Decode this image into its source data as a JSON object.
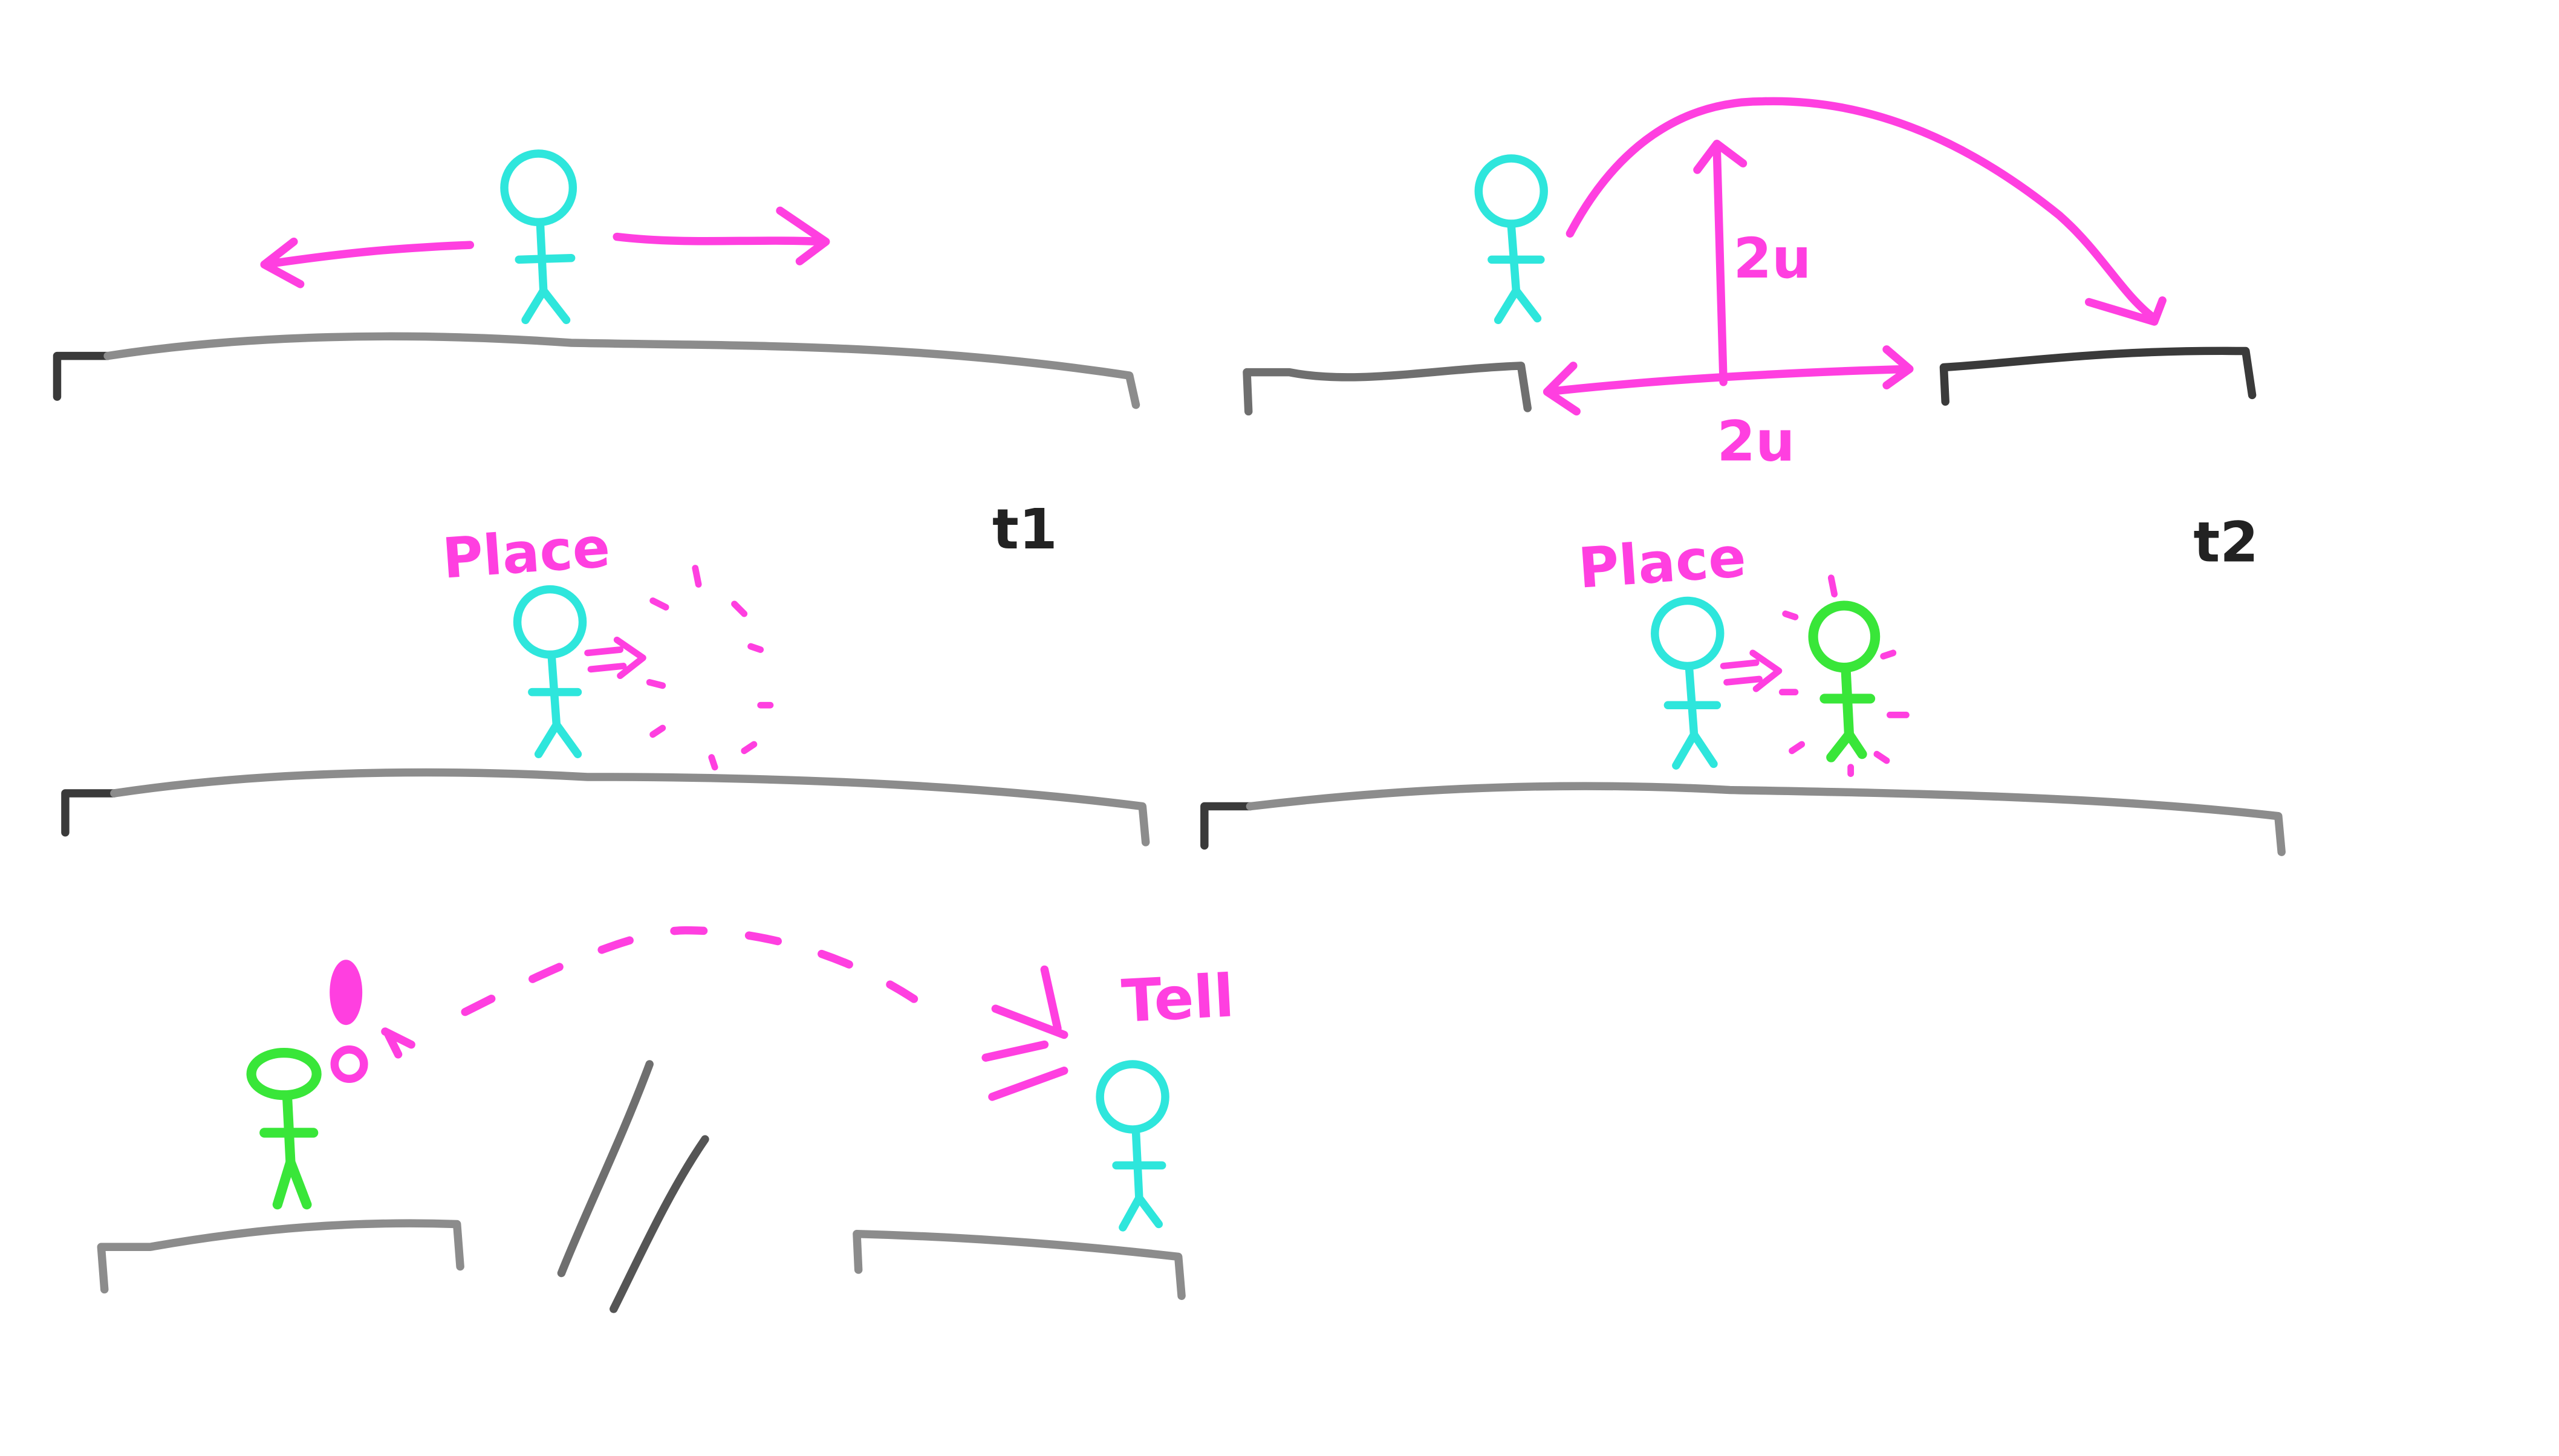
{
  "colors": {
    "background": "#ffffff",
    "ground_light": "#8c8c8c",
    "ground_dark": "#3a3a3a",
    "player": "#2ee6dc",
    "ally": "#39e639",
    "action": "#ff3fe0"
  },
  "panels": {
    "panel_1": {
      "label": "t1"
    },
    "panel_2": {
      "label": "t2",
      "jump_height": "2u",
      "jump_width": "2u"
    },
    "panel_3": {
      "action": "Place"
    },
    "panel_4": {
      "action": "Place"
    },
    "panel_5": {
      "action": "Tell"
    }
  }
}
